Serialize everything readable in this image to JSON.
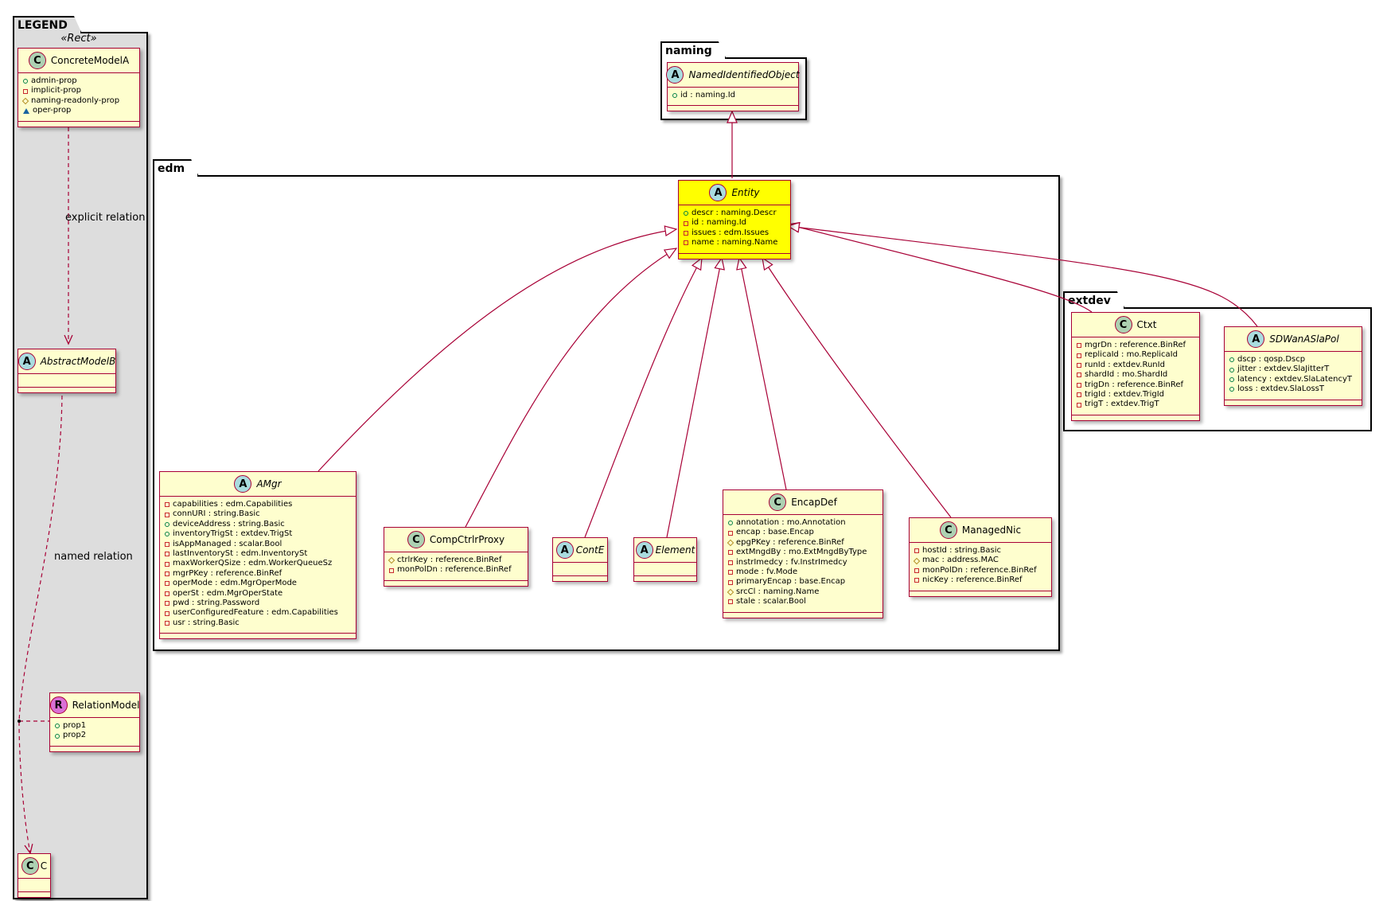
{
  "packages": {
    "legend": "LEGEND",
    "naming": "naming",
    "edm": "edm",
    "extdev": "extdev"
  },
  "legend": {
    "stereotype": "«Rect»",
    "concrete_a": {
      "name": "ConcreteModelA",
      "glyph": "C",
      "attrs": [
        "admin-prop",
        "implicit-prop",
        "naming-readonly-prop",
        "oper-prop"
      ]
    },
    "abstract_b": {
      "name": "AbstractModelB",
      "glyph": "A"
    },
    "relation_model": {
      "name": "RelationModel",
      "glyph": "R",
      "attrs": [
        "prop1",
        "prop2"
      ]
    },
    "c": {
      "name": "C",
      "glyph": "C"
    },
    "explicit_relation": "explicit relation",
    "named_relation": "named relation"
  },
  "naming": {
    "named_identified_object": {
      "name": "NamedIdentifiedObject",
      "glyph": "A",
      "attrs": [
        "id : naming.Id"
      ]
    }
  },
  "edm": {
    "entity": {
      "name": "Entity",
      "glyph": "A",
      "attrs": [
        "descr : naming.Descr",
        "id : naming.Id",
        "issues : edm.Issues",
        "name : naming.Name"
      ]
    },
    "amgr": {
      "name": "AMgr",
      "glyph": "A",
      "attrs": [
        "capabilities : edm.Capabilities",
        "connURI : string.Basic",
        "deviceAddress : string.Basic",
        "inventoryTrigSt : extdev.TrigSt",
        "isAppManaged : scalar.Bool",
        "lastInventorySt : edm.InventorySt",
        "maxWorkerQSize : edm.WorkerQueueSz",
        "mgrPKey : reference.BinRef",
        "operMode : edm.MgrOperMode",
        "operSt : edm.MgrOperState",
        "pwd : string.Password",
        "userConfiguredFeature : edm.Capabilities",
        "usr : string.Basic"
      ]
    },
    "comp_ctrlr_proxy": {
      "name": "CompCtrlrProxy",
      "glyph": "C",
      "attrs": [
        "ctrlrKey : reference.BinRef",
        "monPolDn : reference.BinRef"
      ]
    },
    "cont_e": {
      "name": "ContE",
      "glyph": "A"
    },
    "element": {
      "name": "Element",
      "glyph": "A"
    },
    "encap_def": {
      "name": "EncapDef",
      "glyph": "C",
      "attrs": [
        "annotation : mo.Annotation",
        "encap : base.Encap",
        "epgPKey : reference.BinRef",
        "extMngdBy : mo.ExtMngdByType",
        "instrImedcy : fv.InstrImedcy",
        "mode : fv.Mode",
        "primaryEncap : base.Encap",
        "srcCl : naming.Name",
        "stale : scalar.Bool"
      ]
    },
    "managed_nic": {
      "name": "ManagedNic",
      "glyph": "C",
      "attrs": [
        "hostId : string.Basic",
        "mac : address.MAC",
        "monPolDn : reference.BinRef",
        "nicKey : reference.BinRef"
      ]
    }
  },
  "extdev": {
    "ctxt": {
      "name": "Ctxt",
      "glyph": "C",
      "attrs": [
        "mgrDn : reference.BinRef",
        "replicaId : mo.ReplicaId",
        "runId : extdev.RunId",
        "shardId : mo.ShardId",
        "trigDn : reference.BinRef",
        "trigId : extdev.TrigId",
        "trigT : extdev.TrigT"
      ]
    },
    "sdwan_asla_pol": {
      "name": "SDWanASlaPol",
      "glyph": "A",
      "attrs": [
        "dscp : qosp.Dscp",
        "jitter : extdev.SlaJitterT",
        "latency : extdev.SlaLatencyT",
        "loss : extdev.SlaLossT"
      ]
    }
  },
  "colors": {
    "class_fill": "#fefece",
    "class_border": "#a80036",
    "highlight_fill": "#ffff00",
    "legend_fill": "#dddddd",
    "glyph_class": "#add1b2",
    "glyph_abstract": "#a9dcdf",
    "glyph_relation": "#da70d6"
  }
}
